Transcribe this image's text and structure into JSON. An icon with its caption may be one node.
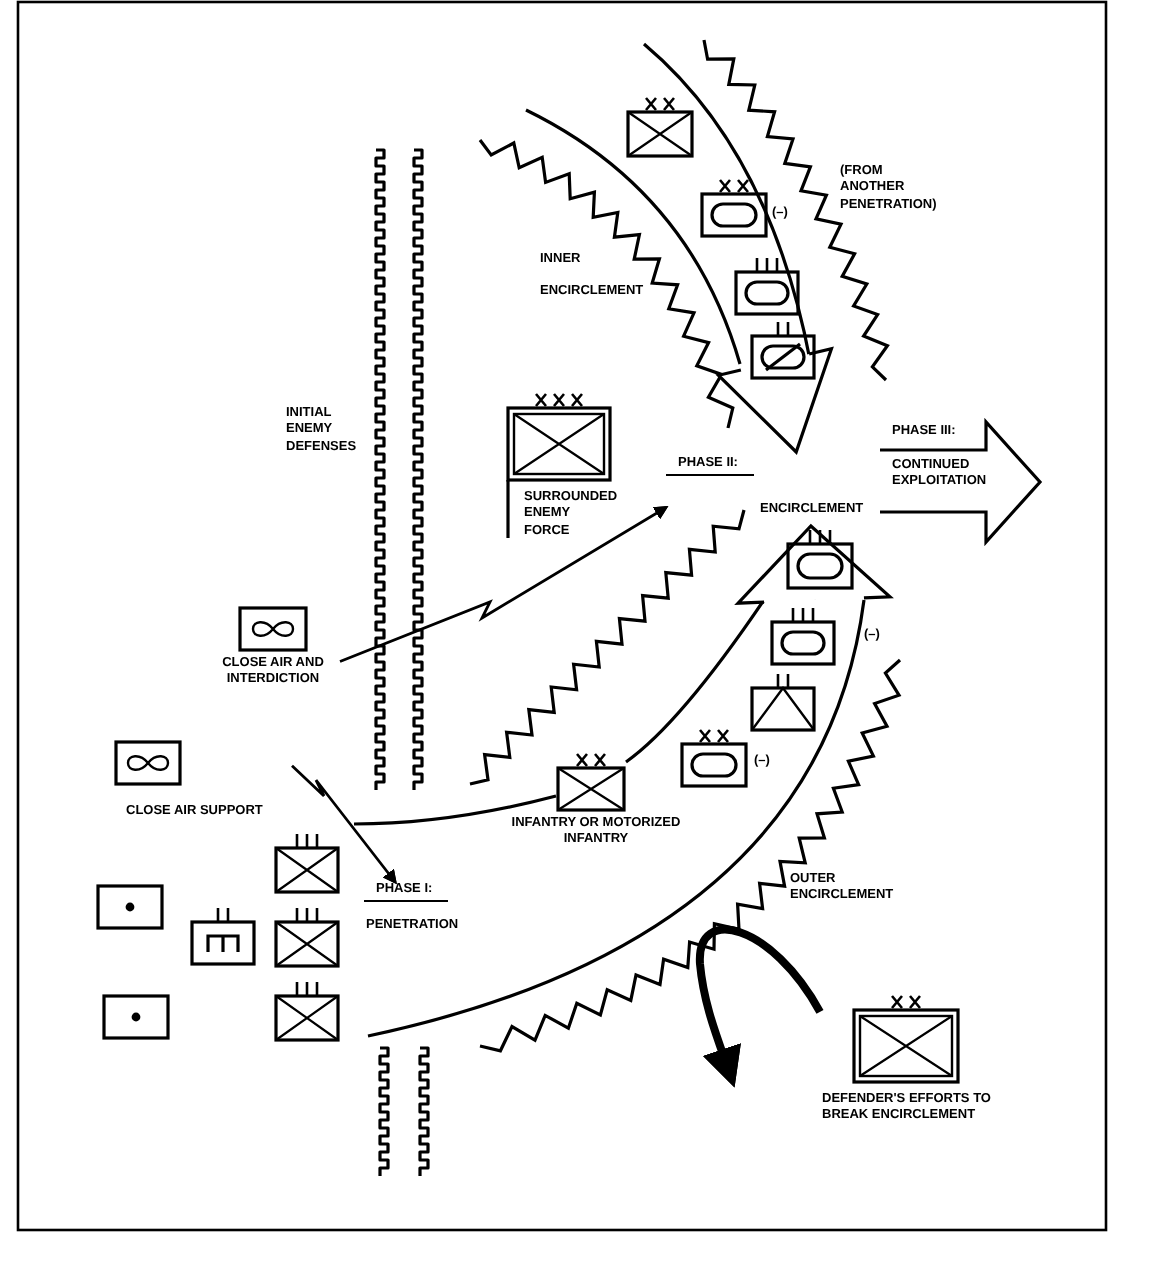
{
  "diagram": {
    "nodes": [
      {
        "text": [
          "PHASE III:",
          "CONTINUED EXPLOITATION"
        ]
      },
      {
        "text": [
          "PHASE II:",
          "ENCIRCLEMENT"
        ]
      },
      {
        "text": [
          "CLOSE AIR AND INTERDICTION"
        ]
      },
      {
        "text": [
          "CLOSE AIR SUPPORT"
        ]
      },
      {
        "text": [
          "PHASE I:",
          "PENETRATION"
        ]
      },
      {
        "text": [
          "DEFENDER'S EFFORTS TO BREAK ENCIRCLEMENT"
        ]
      }
    ],
    "edges": [
      {
        "from": 2,
        "to": 1,
        "arrow": "to"
      },
      {
        "from": 3,
        "to": 4,
        "arrow": "to"
      },
      {
        "from": null,
        "to": 1,
        "arrow": "to"
      },
      {
        "from": null,
        "to": 1,
        "arrow": "to"
      },
      {
        "from": 5,
        "to": null,
        "arrow": "to",
        "style": "thick"
      }
    ],
    "labels": [
      "(FROM ANOTHER PENETRATION)",
      "(–)",
      "INNER ENCIRCLEMENT",
      "INITIAL ENEMY DEFENSES",
      "SURROUNDED ENEMY FORCE",
      "(–)",
      "(–)",
      "INFANTRY OR MOTORIZED INFANTRY",
      "OUTER ENCIRCLEMENT"
    ]
  }
}
